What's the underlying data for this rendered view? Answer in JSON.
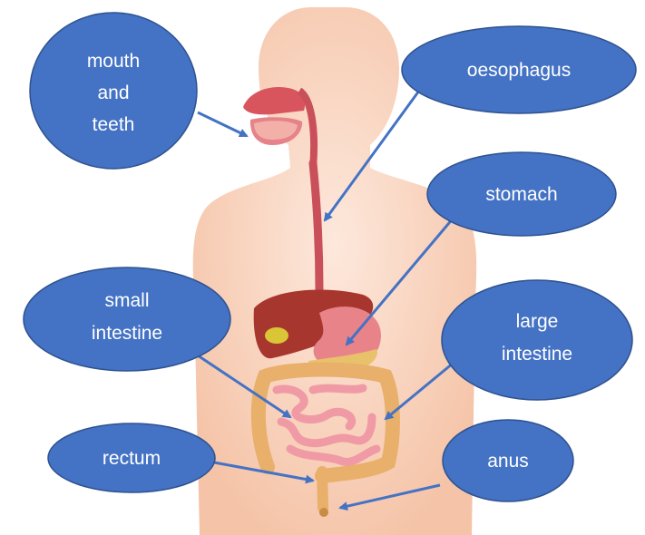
{
  "colors": {
    "bubble_fill": "#4472c4",
    "bubble_stroke": "#2f528f",
    "arrow": "#4472c4",
    "skin": "#f7cdb3",
    "skin_light": "#fbe2d2",
    "oesophagus": "#c9505a",
    "liver": "#a7362e",
    "stomach": "#e9838a",
    "small_intestine": "#f09aa6",
    "large_intestine": "#e8b06a",
    "gallbladder": "#d9c535"
  },
  "labels": {
    "mouth": [
      "mouth",
      "and",
      "teeth"
    ],
    "oesophagus": [
      "oesophagus"
    ],
    "stomach": [
      "stomach"
    ],
    "small_intestine": [
      "small",
      "intestine"
    ],
    "large_intestine": [
      "large",
      "intestine"
    ],
    "rectum": [
      "rectum"
    ],
    "anus": [
      "anus"
    ]
  }
}
